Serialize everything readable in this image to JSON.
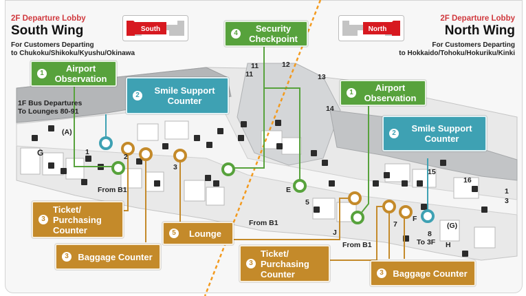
{
  "south": {
    "lobby": "2F Departure Lobby",
    "wing": "South Wing",
    "note_line1": "For Customers Departing",
    "note_line2": "to Chukoku/Shikoku/Kyushu/Okinawa",
    "sign": "South"
  },
  "north": {
    "lobby": "2F Departure Lobby",
    "wing": "North Wing",
    "note_line1": "For Customers Departing",
    "note_line2": "to Hokkaido/Tohoku/Hokuriku/Kinki",
    "sign": "North"
  },
  "callouts": {
    "south_observation": {
      "num": "1",
      "line1": "Airport",
      "line2": "Observation"
    },
    "south_smile": {
      "num": "2",
      "line1": "Smile Support",
      "line2": "Counter"
    },
    "south_ticket": {
      "num": "3",
      "line1": "Ticket/",
      "line2": "Purchasing",
      "line3": "Counter"
    },
    "south_baggage": {
      "num": "3",
      "line1": "Baggage Counter"
    },
    "security": {
      "num": "4",
      "line1": "Security",
      "line2": "Checkpoint"
    },
    "lounge": {
      "num": "5",
      "line1": "Lounge"
    },
    "north_observation": {
      "num": "1",
      "line1": "Airport",
      "line2": "Observation"
    },
    "north_smile": {
      "num": "2",
      "line1": "Smile Support",
      "line2": "Counter"
    },
    "north_ticket": {
      "num": "3",
      "line1": "Ticket/",
      "line2": "Purchasing",
      "line3": "Counter"
    },
    "north_baggage": {
      "num": "3",
      "line1": "Baggage Counter"
    }
  },
  "map_labels": {
    "bus_line1": "1F Bus Departures",
    "bus_line2": "To Lounges  80-91",
    "a": "(A)",
    "g_left": "G",
    "from_b1_1": "From B1",
    "from_b1_2": "From B1",
    "from_b1_3": "From B1",
    "e": "E",
    "f": "F",
    "j": "J",
    "g_right": "(G)",
    "h": "H",
    "to3f": "To 3F",
    "g11a": "11",
    "g11b": "11",
    "g12": "12",
    "g13": "13",
    "g14": "14",
    "g15": "15",
    "g16": "16",
    "g1": "1",
    "g3": "3",
    "edge1": "1",
    "edge3": "3",
    "c2": "2",
    "c5": "5",
    "c7": "7",
    "c8": "8"
  },
  "colors": {
    "observation": "#57a23c",
    "smile_support": "#3ea1b3",
    "counter": "#c48a2a",
    "divider": "#f39a1e",
    "sign_red": "#d71920"
  }
}
